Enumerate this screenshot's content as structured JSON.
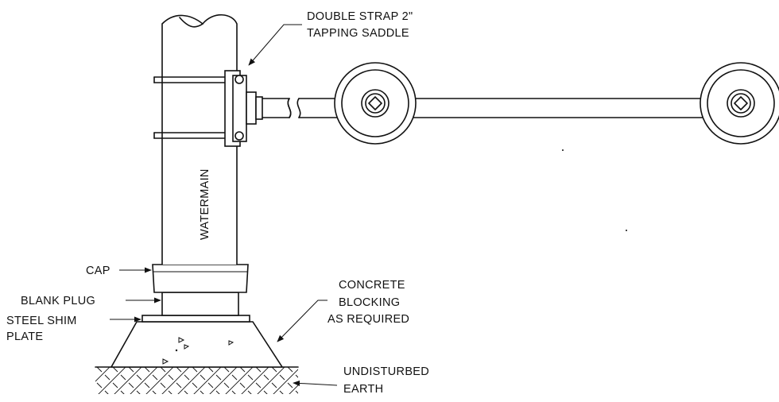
{
  "labels": {
    "saddle_line1": "DOUBLE STRAP 2\"",
    "saddle_line2": "TAPPING SADDLE",
    "watermain": "WATERMAIN",
    "cap": "CAP",
    "blank_plug": "BLANK PLUG",
    "steel_shim_line1": "STEEL SHIM",
    "steel_shim_line2": "PLATE",
    "concrete_line1": "CONCRETE",
    "concrete_line2": "BLOCKING",
    "concrete_line3": "AS REQUIRED",
    "earth_line1": "UNDISTURBED",
    "earth_line2": "EARTH"
  },
  "colors": {
    "line": "#111111",
    "background": "#ffffff"
  }
}
